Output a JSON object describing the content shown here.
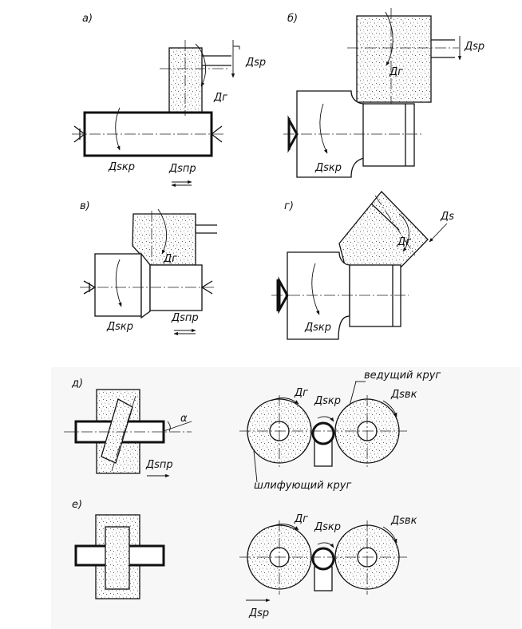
{
  "panels": {
    "a": {
      "letter": "а)",
      "labels": {
        "radial_feed": "Дsр",
        "main": "Дг",
        "circular": "Дsкр",
        "long": "Дsпр"
      }
    },
    "b": {
      "letter": "б)",
      "labels": {
        "radial_feed": "Дsр",
        "main": "Дг",
        "circular": "Дsкр"
      }
    },
    "v": {
      "letter": "в)",
      "labels": {
        "main": "Дг",
        "circular": "Дsкр",
        "long": "Дsпр"
      }
    },
    "g": {
      "letter": "г)",
      "labels": {
        "feed": "Дs",
        "main": "Дг",
        "circular": "Дsкр"
      }
    },
    "d": {
      "letter": "д)",
      "labels": {
        "angle": "α",
        "long": "Дsпр",
        "main": "Дг",
        "circular": "Дsкр",
        "drive": "Дsвк",
        "drive_wheel": "ведущий круг",
        "grind_wheel": "шлифующий круг"
      }
    },
    "e": {
      "letter": "е)",
      "labels": {
        "main": "Дг",
        "circular": "Дsкр",
        "drive": "Дsвк",
        "radial": "Дsр"
      }
    }
  }
}
